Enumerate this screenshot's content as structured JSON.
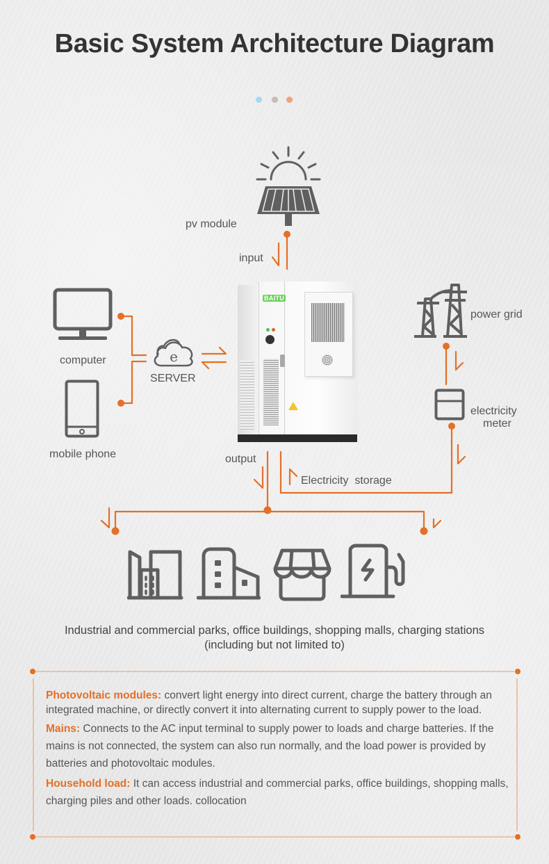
{
  "page": {
    "title": "Basic System Architecture Diagram",
    "indicator_dots": [
      {
        "name": "dot-blue",
        "color": "#a9d6f5"
      },
      {
        "name": "dot-gray",
        "color": "#c4bcb8"
      },
      {
        "name": "dot-orange",
        "color": "#f0a27c"
      }
    ]
  },
  "colors": {
    "accent": "#e46f26",
    "icon": "#5f5f5f",
    "title": "#333333",
    "text": "#555555"
  },
  "diagram": {
    "pv_module": {
      "label": "pv module",
      "icon": "solar-panel-icon"
    },
    "input_label": "input",
    "computer": {
      "label": "computer",
      "icon": "monitor-icon"
    },
    "mobile": {
      "label": "mobile phone",
      "icon": "mobile-phone-icon"
    },
    "server": {
      "label": "SERVER",
      "icon": "cloud-server-icon",
      "glyph": "e"
    },
    "cabinet": {
      "brand": "BAITU",
      "icon": "energy-storage-cabinet"
    },
    "power_grid": {
      "label": "power grid",
      "icon": "power-tower-icon"
    },
    "meter": {
      "label_line1": "electricity",
      "label_line2": "meter",
      "icon": "electricity-meter-icon"
    },
    "output_label": "output",
    "storage_label": "Electricity  storage",
    "loads": [
      {
        "name": "industrial-park",
        "icon": "city-buildings-icon"
      },
      {
        "name": "office-building",
        "icon": "office-building-icon"
      },
      {
        "name": "shopping-mall",
        "icon": "storefront-icon"
      },
      {
        "name": "charging-station",
        "icon": "charging-station-icon"
      }
    ],
    "caption_line1": "Industrial and commercial parks, office buildings, shopping malls, charging stations",
    "caption_line2": "(including but not limited to)"
  },
  "description": {
    "pv": {
      "key": "Photovoltaic modules:",
      "text": " convert light energy into direct current, charge the battery through an integrated machine, or directly convert it into alternating current to supply power to the load."
    },
    "mains": {
      "key": "Mains:",
      "text": " Connects to the AC input terminal to supply power to loads and charge batteries. If the mains is not connected, the system can also run normally, and the load power is provided by batteries and photovoltaic modules."
    },
    "load": {
      "key": "Household load:",
      "text": " It can access industrial and commercial parks, office buildings, shopping malls, charging piles and other loads. collocation"
    }
  }
}
